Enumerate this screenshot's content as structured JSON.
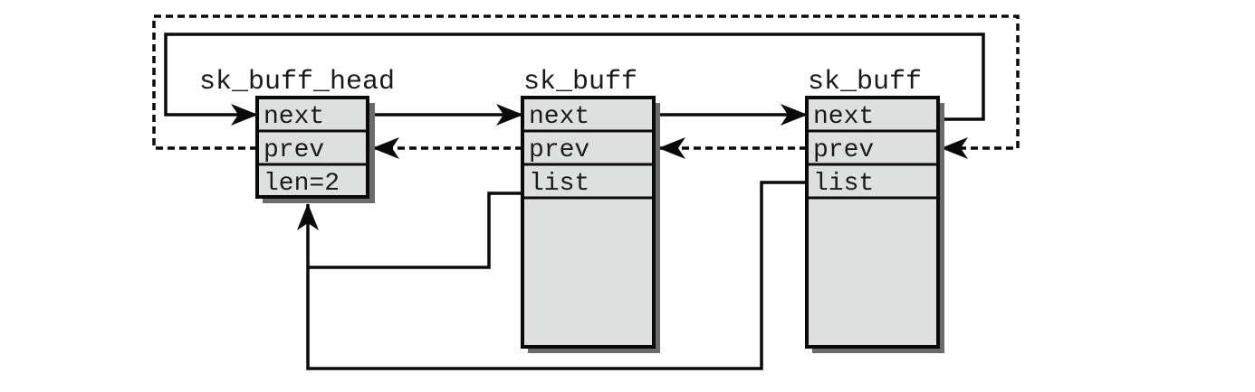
{
  "diagram": {
    "title": "sk_buff doubly-linked list with sk_buff_head",
    "structs": [
      {
        "id": "head",
        "title": "sk_buff_head",
        "fields": [
          "next",
          "prev",
          "len=2"
        ]
      },
      {
        "id": "skb1",
        "title": "sk_buff",
        "fields": [
          "next",
          "prev",
          "list"
        ]
      },
      {
        "id": "skb2",
        "title": "sk_buff",
        "fields": [
          "next",
          "prev",
          "list"
        ]
      }
    ],
    "links": [
      {
        "from": "head.next",
        "to": "skb1.next",
        "style": "solid"
      },
      {
        "from": "skb1.next",
        "to": "skb2.next",
        "style": "solid"
      },
      {
        "from": "skb2.next",
        "to": "head.next",
        "style": "solid"
      },
      {
        "from": "skb1.prev",
        "to": "head.prev",
        "style": "dashed"
      },
      {
        "from": "skb2.prev",
        "to": "skb1.prev",
        "style": "dashed"
      },
      {
        "from": "head.prev",
        "to": "skb2.prev",
        "style": "dashed"
      },
      {
        "from": "skb1.list",
        "to": "head",
        "style": "solid"
      },
      {
        "from": "skb2.list",
        "to": "head",
        "style": "solid"
      }
    ],
    "colors": {
      "box_fill": "#dee0e0",
      "stroke": "#0a0a0a",
      "shadow": "#6b6b6b"
    }
  }
}
